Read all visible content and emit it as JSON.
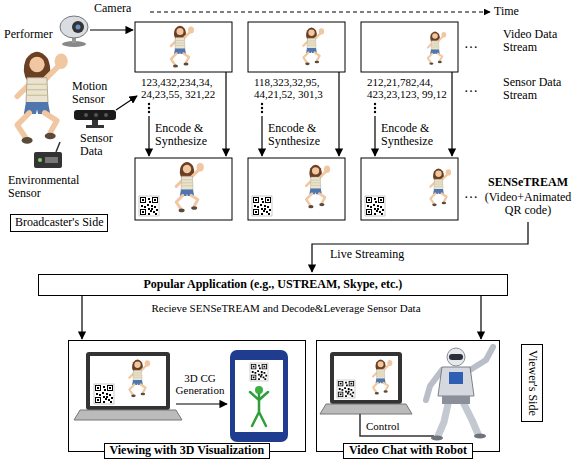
{
  "diagram": {
    "nodes": [
      {
        "text": [
          "Broadcaster's Side"
        ]
      },
      {
        "text": [
          "Popular Application (e.g., USTREAM, Skype, etc.)"
        ]
      },
      {
        "text": [
          "Viewing with 3D Visualization"
        ]
      },
      {
        "text": [
          "Video Chat with Robot"
        ]
      },
      {
        "text": [
          "Viewer's Side"
        ]
      }
    ],
    "edges": [
      {
        "from": 1,
        "to": 2,
        "arrow": "to"
      },
      {
        "from": 1,
        "to": 3,
        "arrow": "to"
      }
    ],
    "labels": [
      "Time",
      "Camera",
      "Performer",
      "Video Data Stream",
      "…",
      "123,432,234,34, 24,23,55, 321,22",
      "118,323,32,95, 44,21,52, 301,3",
      "212,21,782,44, 423,23,123, 99,12",
      "…",
      "Sensor Data Stream",
      "Motion Sensor",
      "Sensor Data",
      "Encode & Synthesize",
      "Encode & Synthesize",
      "Encode & Synthesize",
      "Environmental Sensor",
      "…",
      "SENSeTREAM",
      "(Video+Animated QR code)",
      "Live Streaming",
      "Recieve SENSeTREAM and Decode&Leverage Sensor Data",
      "3D CG Generation",
      "Control"
    ]
  }
}
